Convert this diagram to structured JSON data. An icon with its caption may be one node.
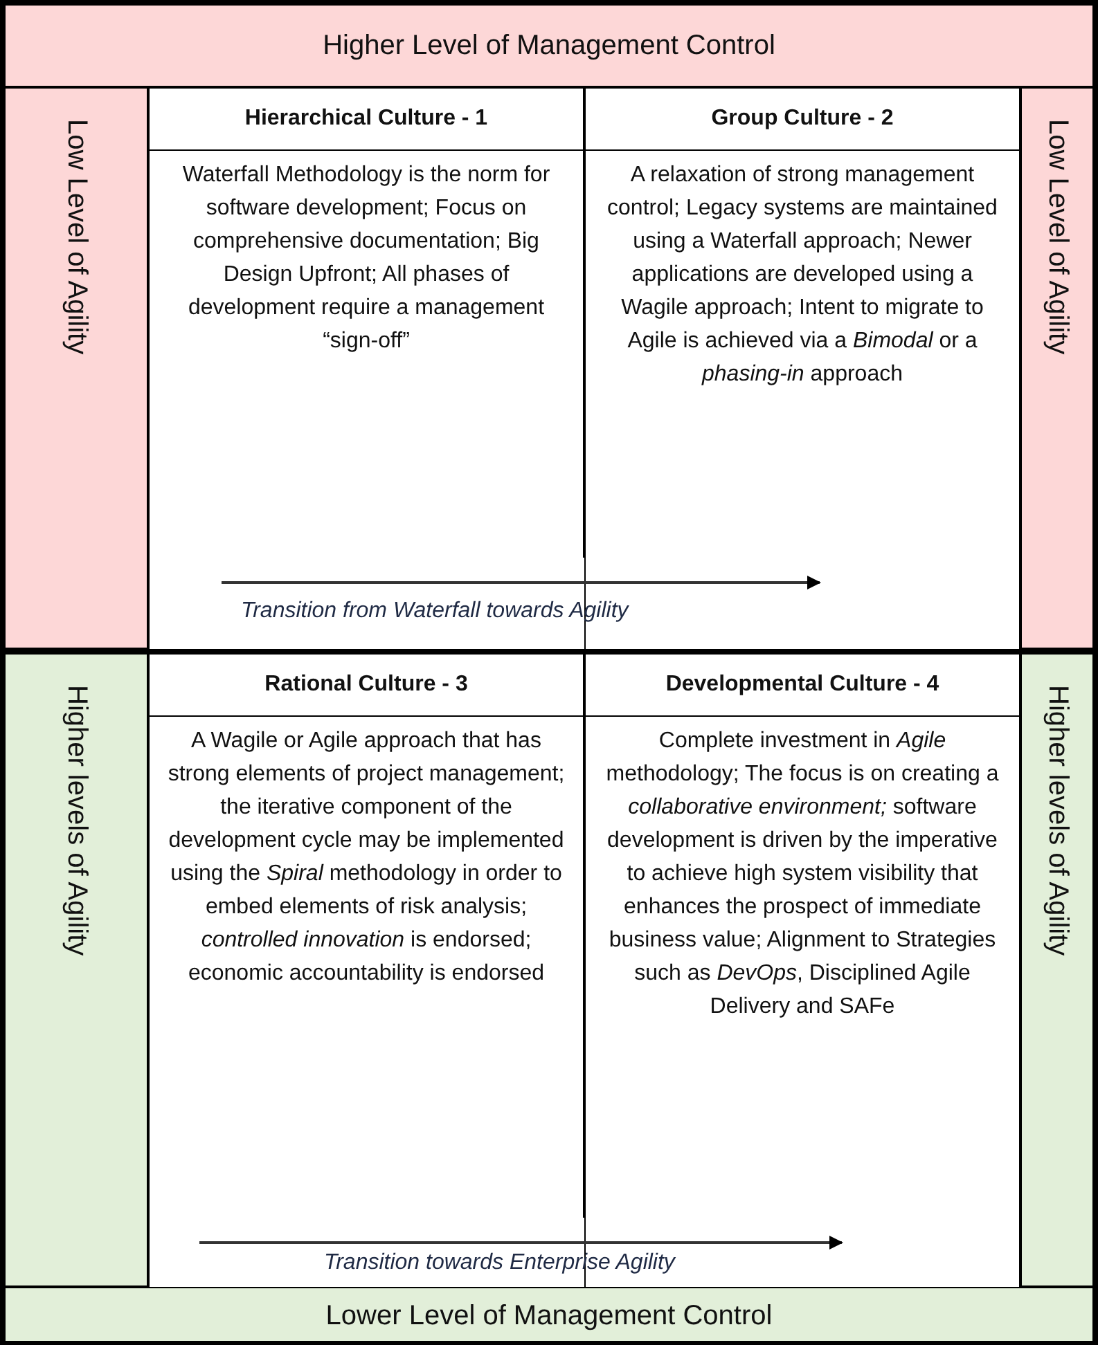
{
  "diagram": {
    "nodes": [
      {
        "text": [
          "Higher Level of Management Control"
        ]
      },
      {
        "text": [
          "Low Level of Agility"
        ]
      },
      {
        "text": [
          "Hierarchical Culture - 1",
          "Waterfall Methodology is the norm for software development; Focus on comprehensive documentation; Big Design Upfront; All phases of development require a management “sign-off”"
        ]
      },
      {
        "text": [
          "Group Culture - 2",
          "A relaxation of strong management control; Legacy systems are maintained using a Waterfall approach; Newer applications are developed using a Wagile approach; Intent to migrate to Agile is achieved via a *Bimodal* or a *phasing-in* approach"
        ]
      },
      {
        "text": [
          "Low Level of Agility"
        ]
      },
      {
        "text": [
          "Higher levels of Agility"
        ]
      },
      {
        "text": [
          "Rational Culture - 3",
          "A Wagile or Agile approach that has strong elements of project management; the iterative component of the development cycle may be implemented using the *Spiral* methodology in order to embed elements of risk analysis; *controlled innovation* is endorsed; economic accountability is endorsed"
        ]
      },
      {
        "text": [
          "Developmental Culture - 4",
          "Complete investment in *Agile* methodology; The focus is on creating a *collaborative environment;* software development is driven by the imperative to achieve high system visibility that enhances the prospect of immediate business value; Alignment to Strategies such as *DevOps*, Disciplined Agile Delivery and SAFe"
        ]
      },
      {
        "text": [
          "Higher levels of Agility"
        ]
      },
      {
        "text": [
          "Lower Level of Management Control"
        ]
      }
    ],
    "labels": [
      "Transition from Waterfall towards Agility",
      "Transition towards Enterprise Agility"
    ]
  }
}
